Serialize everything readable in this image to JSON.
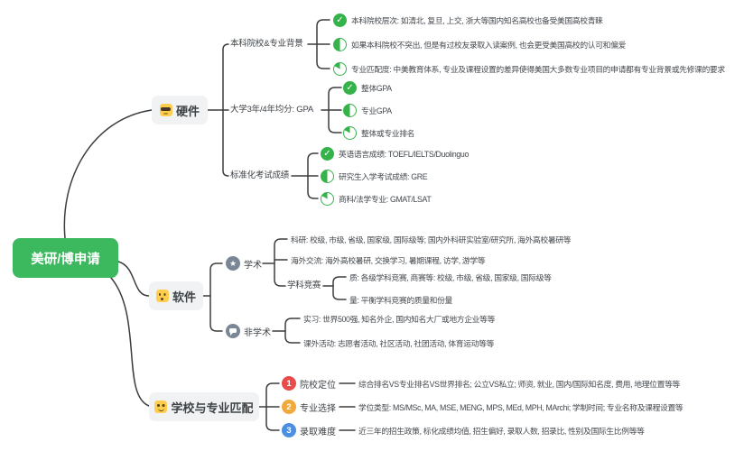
{
  "root": {
    "label": "美研/博申请",
    "color": "#3CB85F"
  },
  "hardware": {
    "emoji_icon": "cool-face",
    "label": "硬件",
    "groups": [
      {
        "label": "本科院校&专业背景",
        "leaves": [
          {
            "icon": "check-circle",
            "text": "本科院校层次: 如清北, 复旦, 上交, 浙大等国内知名高校也备受美国高校青睐"
          },
          {
            "icon": "half-circle",
            "text": "如果本科院校不突出, 但是有过校友录取入读案例, 也会更受美国高校的认可和偏爱"
          },
          {
            "icon": "pie-circle",
            "text": "专业匹配度: 中美教育体系, 专业及课程设置的差异使得美国大多数专业项目的申请都有专业背景或先修课的要求"
          }
        ]
      },
      {
        "label": "大学3年/4年均分: GPA",
        "leaves": [
          {
            "icon": "check-circle",
            "text": "整体GPA"
          },
          {
            "icon": "half-circle",
            "text": "专业GPA"
          },
          {
            "icon": "pie-circle",
            "text": "整体或专业排名"
          }
        ]
      },
      {
        "label": "标准化考试成绩",
        "leaves": [
          {
            "icon": "check-circle",
            "text": "英语语言成绩: TOEFL/IELTS/Duolinguo"
          },
          {
            "icon": "half-circle",
            "text": "研究生入学考试成绩: GRE"
          },
          {
            "icon": "pie-circle",
            "text": "商科/法学专业: GMAT/LSAT"
          }
        ]
      }
    ]
  },
  "software": {
    "emoji_icon": "surprised-face",
    "label": "软件",
    "academic": {
      "icon": "star-circle",
      "label": "学术",
      "research": "科研: 校级, 市级, 省级, 国家级, 国际级等; 国内外科研实验室/研究所, 海外高校暑研等",
      "overseas": "海外交流: 海外高校暑研, 交换学习, 暑期课程, 访学, 游学等",
      "competition": {
        "label": "学科竞赛",
        "quality": "质: 各级学科竞赛, 商赛等: 校级, 市级, 省级, 国家级, 国际级等",
        "quantity": "量: 平衡学科竞赛的质量和份量"
      }
    },
    "nonacademic": {
      "icon": "bubble-circle",
      "label": "非学术",
      "internship": "实习: 世界500强, 知名外企, 国内知名大厂或地方企业等等",
      "activities": "课外活动: 志愿者活动, 社区活动, 社团活动, 体育运动等等"
    }
  },
  "matching": {
    "emoji_icon": "smile-face",
    "label": "学校与专业匹配",
    "items": [
      {
        "num": "1",
        "badge_color": "#E94B4B",
        "label": "院校定位",
        "text": "综合排名VS专业排名VS世界排名; 公立VS私立; 师资, 就业, 国内/国际知名度, 费用, 地理位置等等"
      },
      {
        "num": "2",
        "badge_color": "#F2A93B",
        "label": "专业选择",
        "text": "学位类型: MS/MSc, MA, MSE, MENG, MPS, MEd, MPH, MArchi; 学制时间; 专业名称及课程设置等"
      },
      {
        "num": "3",
        "badge_color": "#4A8FE2",
        "label": "录取难度",
        "text": "近三年的招生政策, 标化成绩均值, 招生偏好, 录取人数, 招录比, 性别及国际生比例等等"
      }
    ]
  },
  "status_icon_color": "#36B24A",
  "line_color": "#3D3D3D"
}
